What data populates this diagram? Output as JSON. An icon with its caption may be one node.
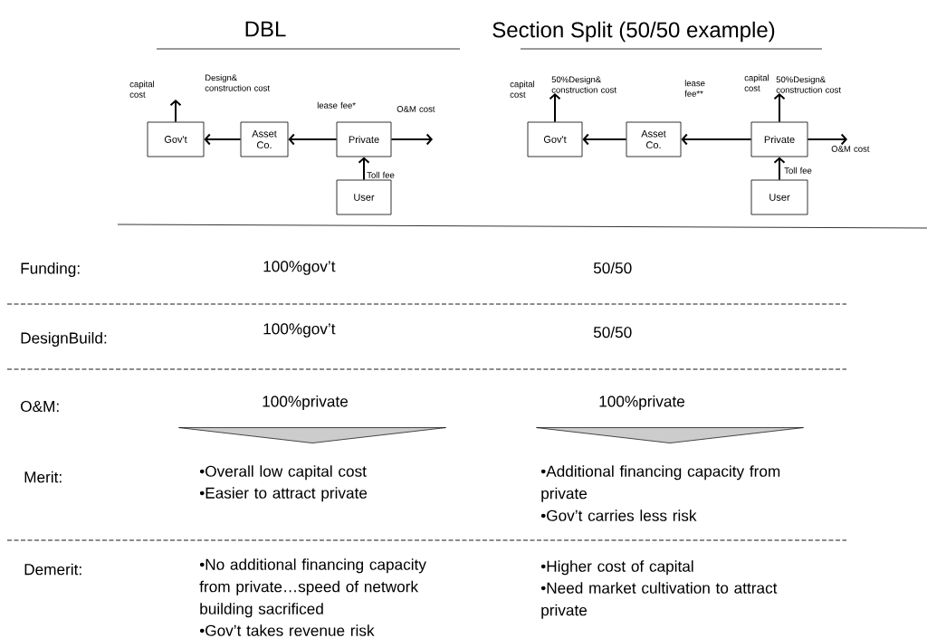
{
  "diagram": {
    "nodes": [
      {
        "text": [
          "Gov't"
        ]
      },
      {
        "text": [
          "Asset Co."
        ]
      },
      {
        "text": [
          "Private"
        ]
      },
      {
        "text": [
          "User"
        ]
      },
      {
        "text": [
          "Gov't"
        ]
      },
      {
        "text": [
          "Asset Co."
        ]
      },
      {
        "text": [
          "Private"
        ]
      },
      {
        "text": [
          "User"
        ]
      },
      {
        "text": [
          "50%Design& construction cost"
        ]
      },
      {
        "text": [
          "50%Design& construction cost"
        ]
      },
      {
        "text": [],
        "shape": "triangle"
      },
      {
        "text": [],
        "shape": "triangle"
      }
    ],
    "edges": [
      {
        "from": 0,
        "to": null,
        "arrow": "to",
        "label": "capital cost"
      },
      {
        "from": 1,
        "to": 0,
        "arrow": "to"
      },
      {
        "from": 2,
        "to": 1,
        "arrow": "to",
        "label": "lease fee*"
      },
      {
        "from": 2,
        "to": null,
        "arrow": "to",
        "label": "O&M cost"
      },
      {
        "from": 3,
        "to": 2,
        "arrow": "to",
        "label": "Toll fee"
      },
      {
        "from": 4,
        "to": 8,
        "arrow": "to",
        "label": "capital cost"
      },
      {
        "from": 5,
        "to": 4,
        "arrow": "to"
      },
      {
        "from": 6,
        "to": 5,
        "arrow": "to",
        "label": "lease fee**"
      },
      {
        "from": 6,
        "to": 9,
        "arrow": "to",
        "label": "capital cost"
      },
      {
        "from": 6,
        "to": null,
        "arrow": "to",
        "label": "O&M cost"
      },
      {
        "from": 7,
        "to": 6,
        "arrow": "to",
        "label": "Toll fee"
      }
    ],
    "labels": [
      "DBL",
      "Section Split (50/50 example)",
      "Design& construction cost",
      "Funding:",
      "100%gov’t",
      "50/50",
      "DesignBuild:",
      "100%gov’t",
      "50/50",
      "O&M:",
      "100%private",
      "100%private",
      "Merit:",
      "•Overall low capital cost",
      "•Easier to attract private",
      "•Additional financing capacity from private",
      "•Gov’t carries less risk",
      "Demerit:",
      "•No additional financing capacity from private…speed of network building sacrificed",
      "•Gov’t takes revenue risk",
      "•Higher cost of capital",
      "•Need market cultivation to attract private"
    ]
  }
}
